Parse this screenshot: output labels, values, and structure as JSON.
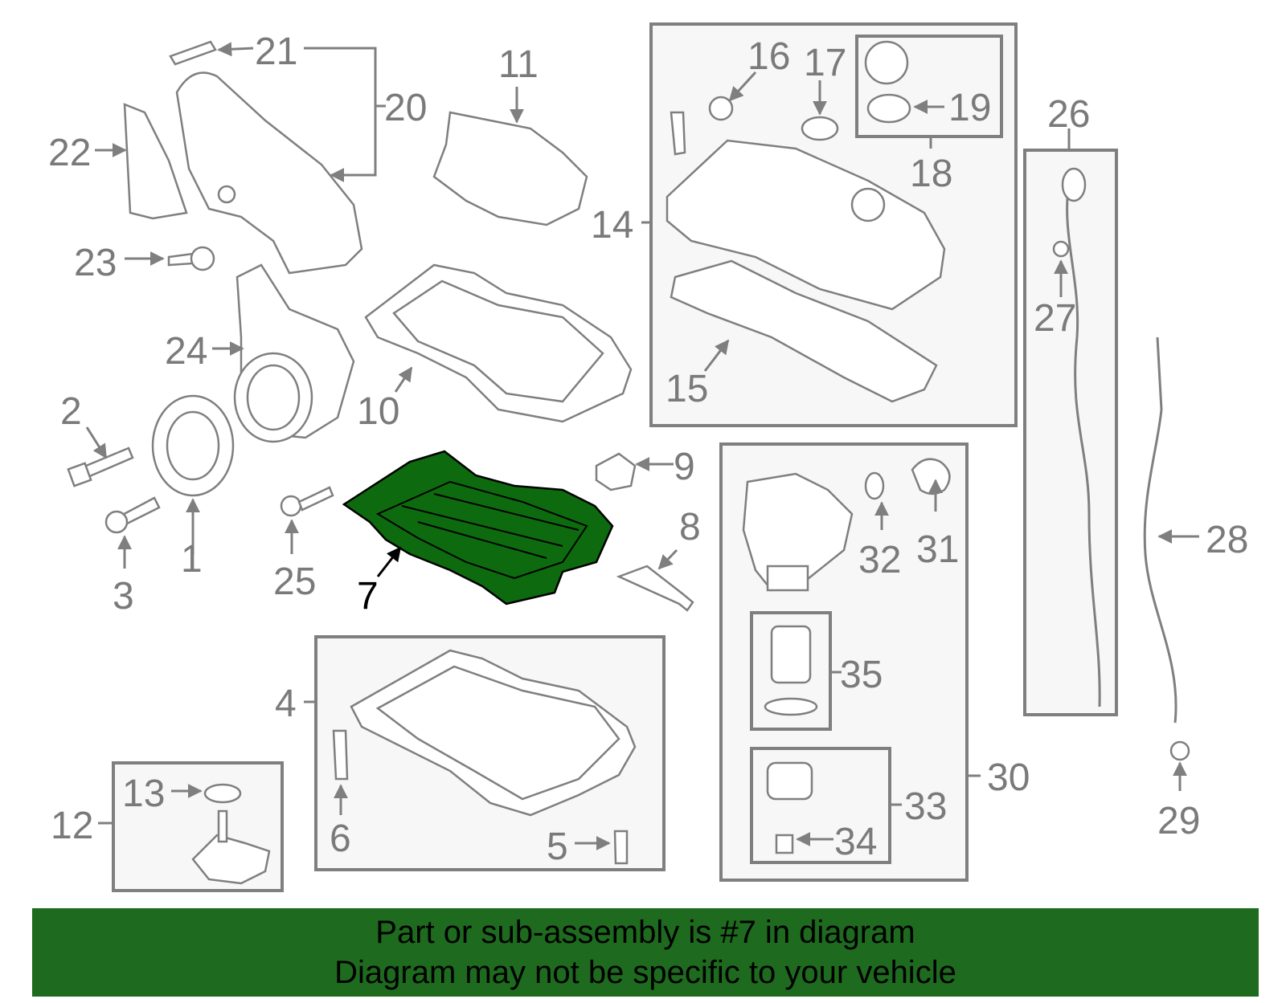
{
  "diagram": {
    "callouts": {
      "n1": "1",
      "n2": "2",
      "n3": "3",
      "n4": "4",
      "n5": "5",
      "n6": "6",
      "n7": "7",
      "n8": "8",
      "n9": "9",
      "n10": "10",
      "n11": "11",
      "n12": "12",
      "n13": "13",
      "n14": "14",
      "n15": "15",
      "n16": "16",
      "n17": "17",
      "n18": "18",
      "n19": "19",
      "n20": "20",
      "n21": "21",
      "n22": "22",
      "n23": "23",
      "n24": "24",
      "n25": "25",
      "n26": "26",
      "n27": "27",
      "n28": "28",
      "n29": "29",
      "n30": "30",
      "n31": "31",
      "n32": "32",
      "n33": "33",
      "n34": "34",
      "n35": "35"
    },
    "highlighted_part": "7",
    "colors": {
      "highlight_fill": "#0e6a0e",
      "line_art": "#7f7f7f",
      "banner_bg": "#1e6a1e"
    }
  },
  "banner": {
    "line1": "Part or sub-assembly is #7 in diagram",
    "line2": "Diagram may not be specific to your vehicle"
  }
}
